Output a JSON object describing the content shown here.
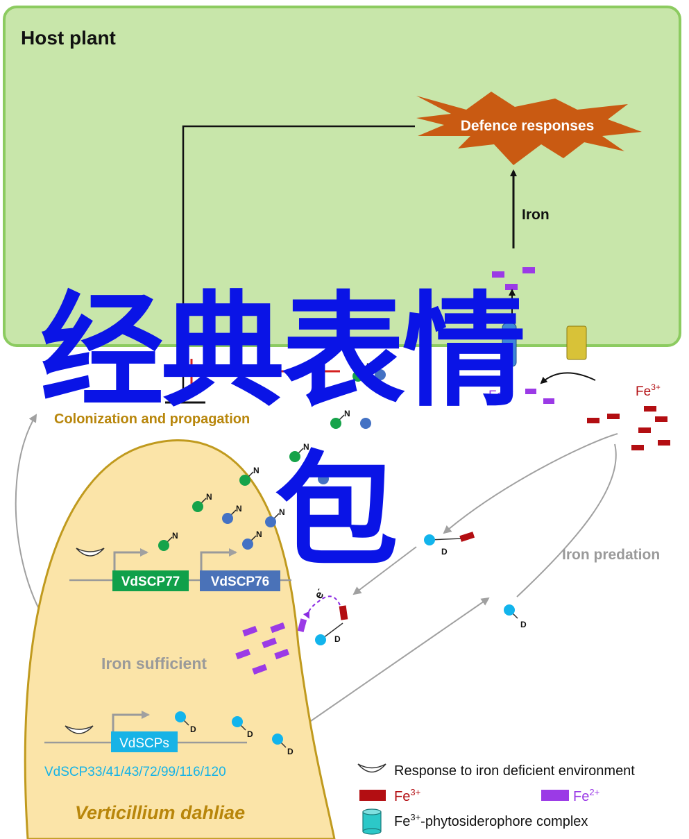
{
  "host": {
    "title": "Host plant"
  },
  "defence": {
    "label": "Defence responses"
  },
  "iron_arrow": {
    "label": "Iron"
  },
  "colonization": {
    "label": "Colonization and propagation"
  },
  "iron_predation": {
    "label": "Iron predation"
  },
  "iron_sufficient": {
    "label": "Iron sufficient"
  },
  "fungus": {
    "name": "Verticillium dahliae"
  },
  "genes": {
    "scp77": "VdSCP77",
    "scp76": "VdSCP76",
    "scps": "VdSCPs",
    "scps_list": "VdSCP33/41/43/72/99/116/120"
  },
  "markers": {
    "n": "N",
    "d": "D",
    "electron": "e",
    "electron_sup": "-"
  },
  "ions": {
    "fe2_base": "Fe",
    "fe2_sup": "2+",
    "fe3_base": "Fe",
    "fe3_sup": "3+"
  },
  "legend": {
    "response": "Response to iron deficient environment",
    "fe3_base": "Fe",
    "fe3_sup": "3+",
    "fe2_base": "Fe",
    "fe2_sup": "2+",
    "complex_base": "Fe",
    "complex_sup": "3+",
    "complex_rest": "-phytosiderophore complex"
  },
  "watermark": {
    "line1": "经典表情",
    "line2": "包"
  },
  "colors": {
    "host_fill": "#c8e6aa",
    "host_border": "#8ccb60",
    "fungus_fill": "#fbe4a8",
    "fungus_border": "#c09a1e",
    "defence_star": "#c95a12",
    "fe3": "#b30e12",
    "fe2": "#9b3ae6",
    "green_ball": "#16a34a",
    "blue_ball": "#4472c4",
    "cyan_ball": "#12b4ec",
    "vdscp77_box": "#10a04a",
    "vdscp76_box": "#4a72b8",
    "vdscps_box": "#17b3e6",
    "gray_text": "#9a9a9a",
    "gold_text": "#b8860b",
    "watermark": "#0a14e6"
  }
}
